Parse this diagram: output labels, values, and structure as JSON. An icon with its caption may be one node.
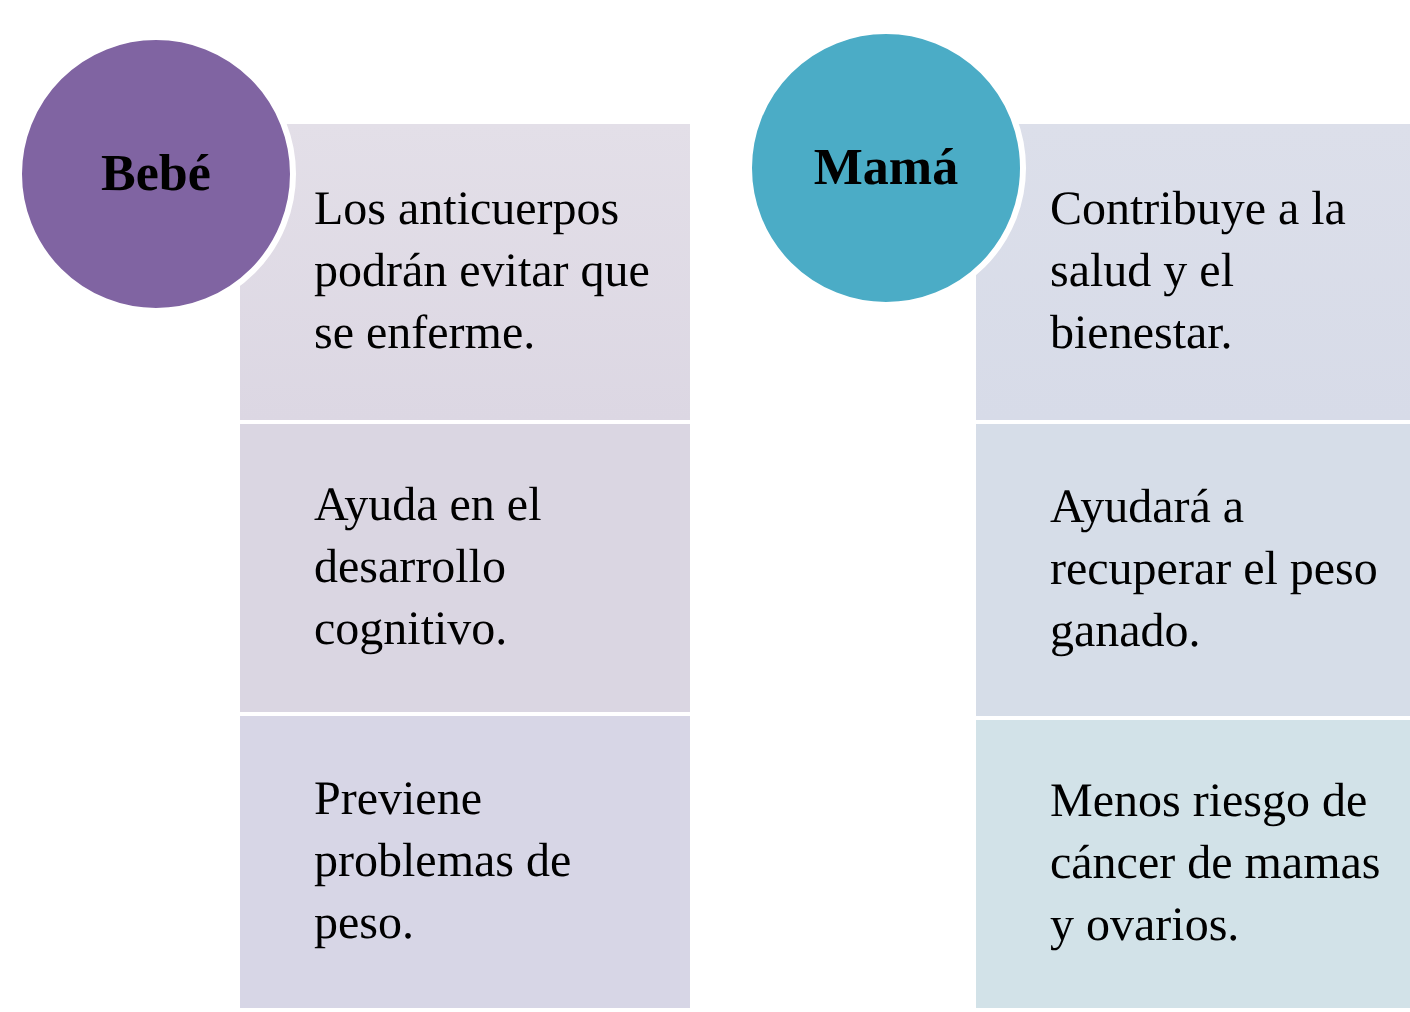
{
  "diagram": {
    "nodes": [
      {
        "text": [
          "Bebé"
        ]
      },
      {
        "text": [
          "Los anticuerpos podrán evitar que se enferme."
        ]
      },
      {
        "text": [
          "Ayuda en el desarrollo cognitivo."
        ]
      },
      {
        "text": [
          "Previene problemas de peso."
        ]
      },
      {
        "text": [
          "Mamá"
        ]
      },
      {
        "text": [
          "Contribuye a la salud y el bienestar."
        ]
      },
      {
        "text": [
          "Ayudará a recuperar el peso ganado."
        ]
      },
      {
        "text": [
          "Menos riesgo de cáncer de mamas y ovarios."
        ]
      }
    ]
  }
}
